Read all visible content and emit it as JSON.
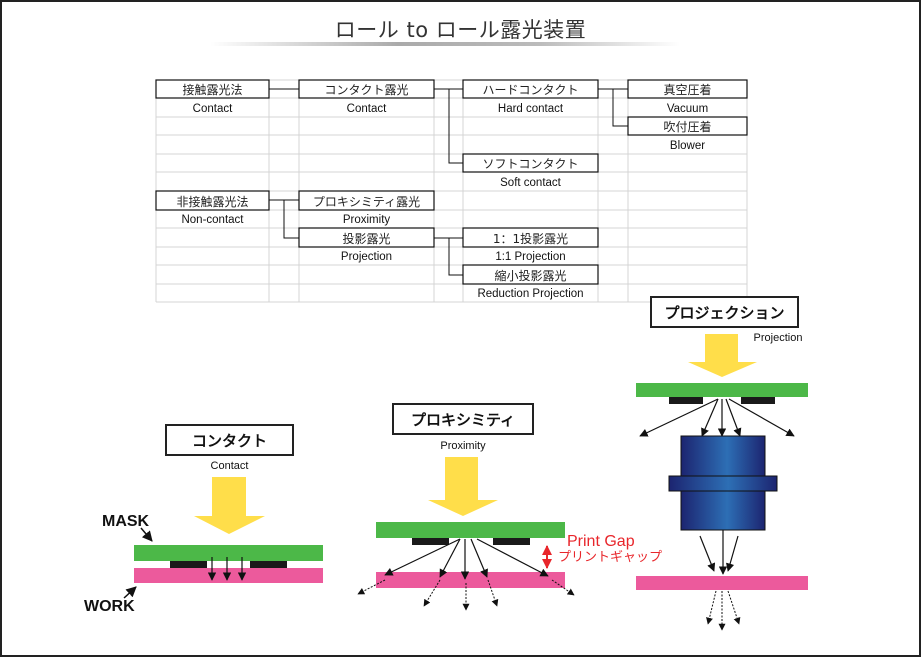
{
  "title": "ロール to ロール露光装置",
  "tree": {
    "nodes": [
      {
        "id": "contact-method",
        "jp": "接触露光法",
        "en": "Contact"
      },
      {
        "id": "contact-exposure",
        "jp": "コンタクト露光",
        "en": "Contact"
      },
      {
        "id": "hard-contact",
        "jp": "ハードコンタクト",
        "en": "Hard contact"
      },
      {
        "id": "vacuum",
        "jp": "真空圧着",
        "en": "Vacuum"
      },
      {
        "id": "blower",
        "jp": "吹付圧着",
        "en": "Blower"
      },
      {
        "id": "soft-contact",
        "jp": "ソフトコンタクト",
        "en": "Soft contact"
      },
      {
        "id": "non-contact-method",
        "jp": "非接触露光法",
        "en": "Non-contact"
      },
      {
        "id": "proximity-exposure",
        "jp": "プロキシミティ露光",
        "en": "Proximity"
      },
      {
        "id": "projection-exposure",
        "jp": "投影露光",
        "en": "Projection"
      },
      {
        "id": "one-to-one-projection",
        "jp": "1：1投影露光",
        "en": "1:1 Projection"
      },
      {
        "id": "reduction-projection",
        "jp": "縮小投影露光",
        "en": "Reduction Projection"
      }
    ]
  },
  "diagrams": {
    "contact": {
      "jp": "コンタクト",
      "en": "Contact",
      "mask_label": "MASK",
      "work_label": "WORK"
    },
    "proximity": {
      "jp": "プロキシミティ",
      "en": "Proximity",
      "gap_en": "Print Gap",
      "gap_jp": "プリントギャップ"
    },
    "projection": {
      "jp": "プロジェクション",
      "en": "Projection"
    }
  },
  "colors": {
    "mask": "#4cb848",
    "work": "#ec5a9c",
    "light": "#ffde4a",
    "chrome": "#1a1a1a",
    "gap": "#e8262b",
    "lens_dark": "#1c2470",
    "lens_light": "#2d6fb5",
    "grid": "#d0d0d0"
  }
}
